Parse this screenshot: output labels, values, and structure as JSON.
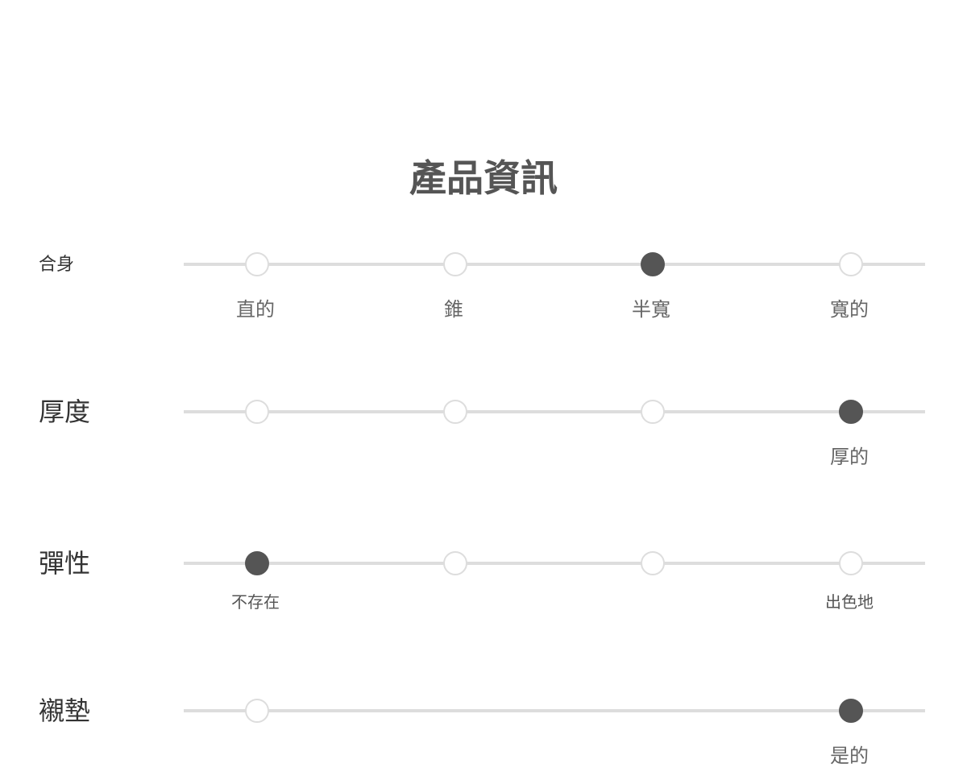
{
  "title": "產品資訊",
  "accent_color": "#555555",
  "track_color": "#dddddd",
  "rows": [
    {
      "label": "合身",
      "selected": 2,
      "options": [
        "直的",
        "錐",
        "半寬",
        "寬的"
      ]
    },
    {
      "label": "厚度",
      "selected": 3,
      "options": [
        "",
        "",
        "",
        "厚的"
      ]
    },
    {
      "label": "彈性",
      "selected": 0,
      "options": [
        "不存在",
        "",
        "",
        "出色地"
      ]
    },
    {
      "label": "襯墊",
      "selected": 3,
      "options": [
        "",
        "",
        "",
        "是的"
      ],
      "dots": [
        0,
        3
      ]
    }
  ]
}
